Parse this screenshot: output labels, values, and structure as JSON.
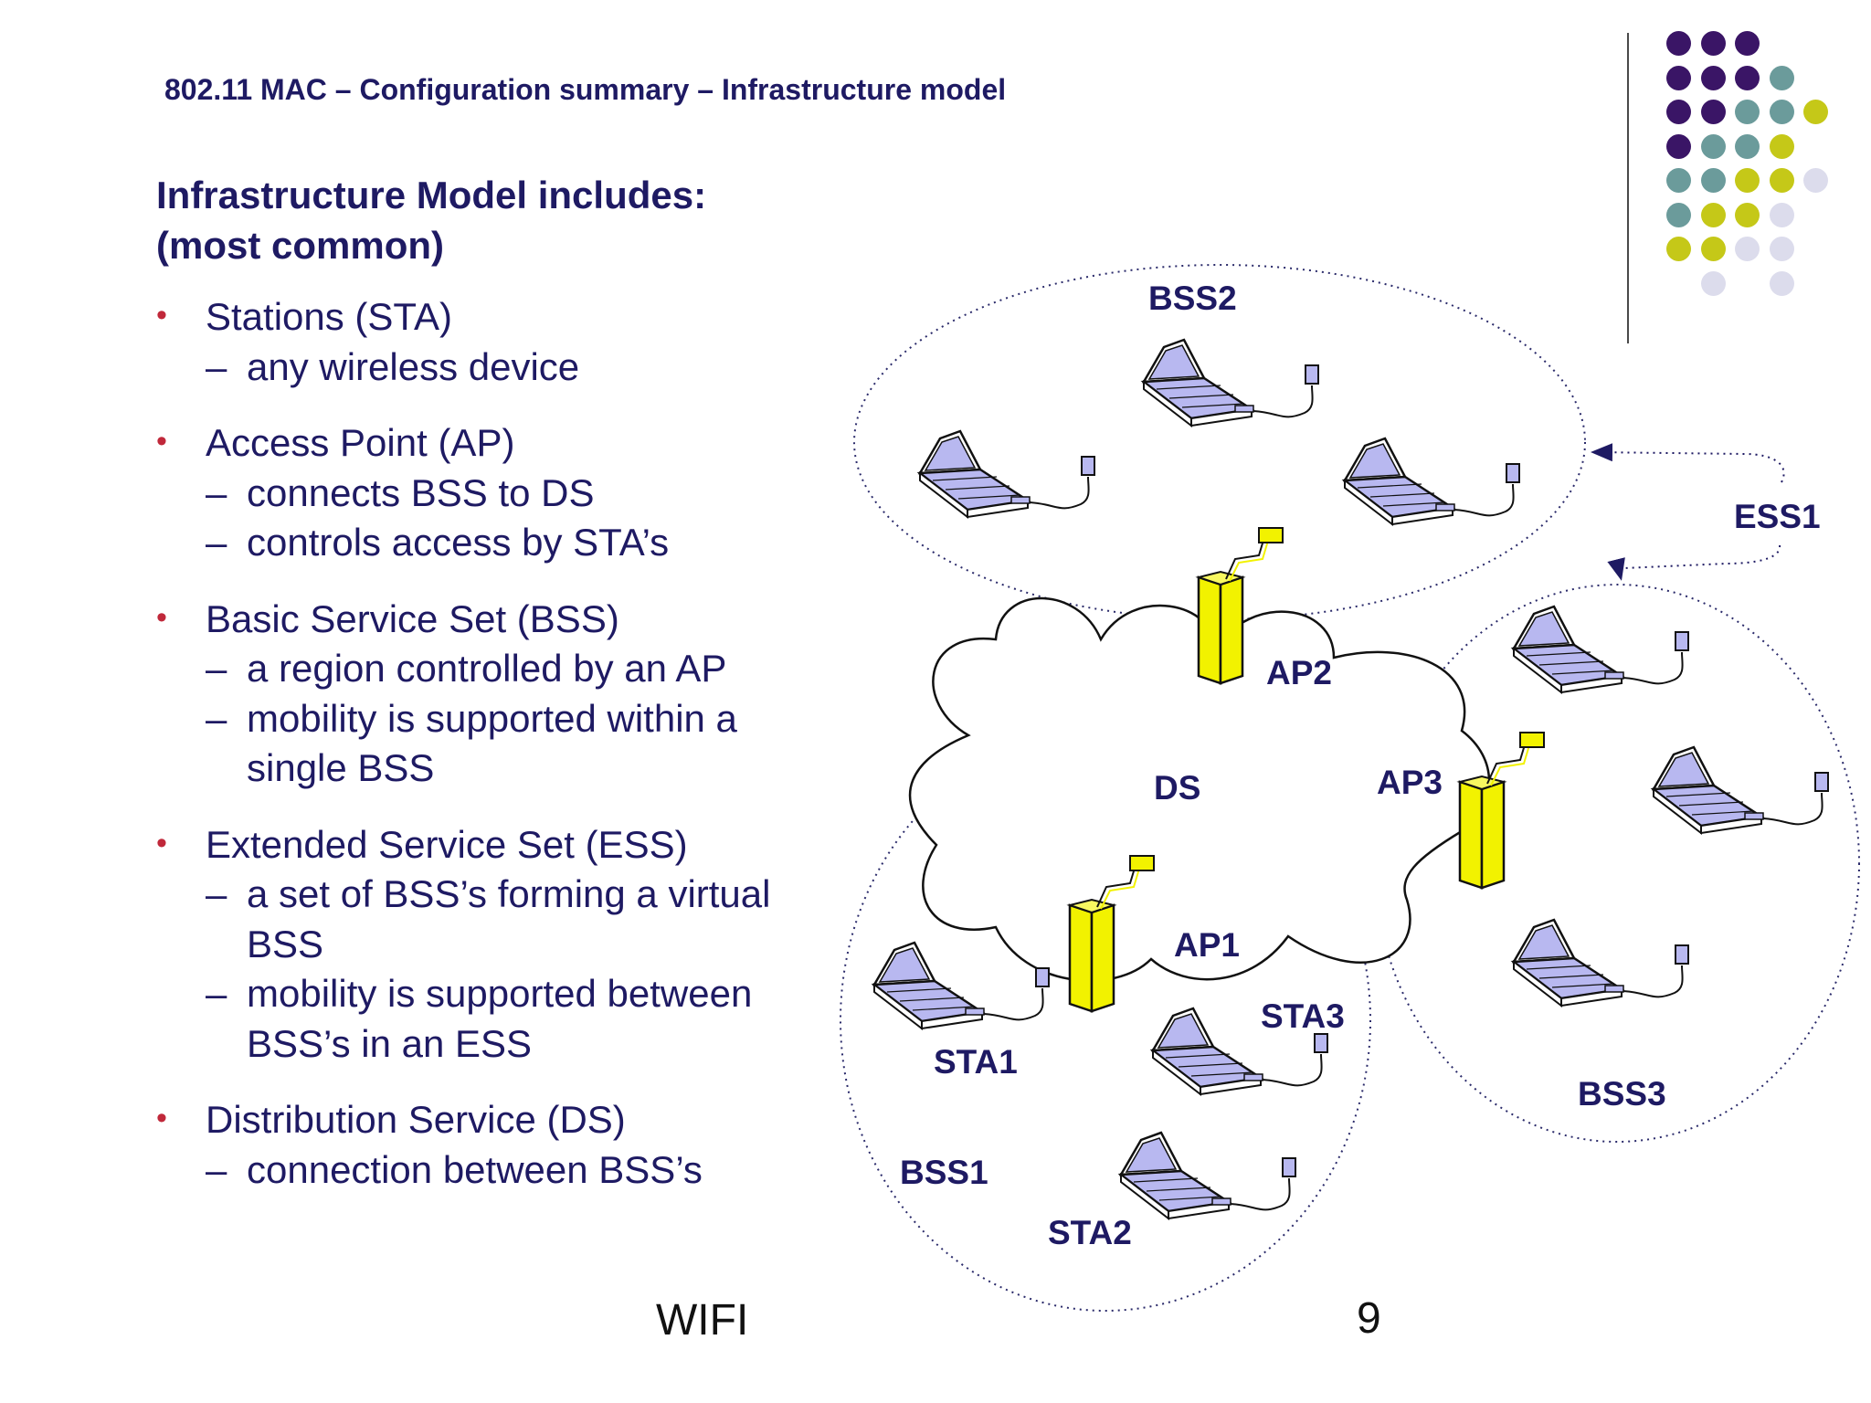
{
  "header": {
    "title": "802.11 MAC – Configuration summary – Infrastructure model"
  },
  "heading": {
    "line1": "Infrastructure Model includes:",
    "line2": "(most common)"
  },
  "bullets": [
    {
      "label": "Stations (STA)",
      "subs": [
        "any wireless device"
      ]
    },
    {
      "label": "Access Point (AP)",
      "subs": [
        "connects BSS to DS",
        "controls access by STA’s"
      ]
    },
    {
      "label": "Basic Service Set (BSS)",
      "subs": [
        "a region controlled by an AP",
        "mobility is supported within a",
        "single BSS"
      ]
    },
    {
      "label": "Extended Service Set (ESS)",
      "subs": [
        "a set of BSS’s forming a virtual",
        "BSS",
        "mobility is supported between",
        "BSS’s in an ESS"
      ]
    },
    {
      "label": "Distribution Service (DS)",
      "subs": [
        "connection between BSS’s"
      ]
    }
  ],
  "diagram": {
    "labels": {
      "bss1": "BSS1",
      "bss2": "BSS2",
      "bss3": "BSS3",
      "ess1": "ESS1",
      "ds": "DS",
      "ap1": "AP1",
      "ap2": "AP2",
      "ap3": "AP3",
      "sta1": "STA1",
      "sta2": "STA2",
      "sta3": "STA3"
    }
  },
  "footer": {
    "label": "WIFI",
    "page_number": "9"
  },
  "colors": {
    "text": "#1e1a63",
    "bullet": "#c0283a",
    "dot_purple": "#3a1566",
    "dot_teal": "#6b9b9b",
    "dot_olive": "#c5c818",
    "dot_lavender": "#dcdcec",
    "access_point": "#f2f200",
    "laptop_screen": "#b8b8f0"
  },
  "decor": {
    "dot_grid": [
      [
        "purple",
        "purple",
        "purple",
        "none",
        "none"
      ],
      [
        "purple",
        "purple",
        "purple",
        "teal",
        "none"
      ],
      [
        "purple",
        "purple",
        "teal",
        "teal",
        "olive"
      ],
      [
        "purple",
        "teal",
        "teal",
        "olive",
        "none"
      ],
      [
        "teal",
        "teal",
        "olive",
        "olive",
        "lavender"
      ],
      [
        "teal",
        "olive",
        "olive",
        "lavender",
        "none"
      ],
      [
        "olive",
        "olive",
        "lavender",
        "lavender",
        "none"
      ],
      [
        "none",
        "lavender",
        "none",
        "lavender",
        "none"
      ]
    ]
  }
}
